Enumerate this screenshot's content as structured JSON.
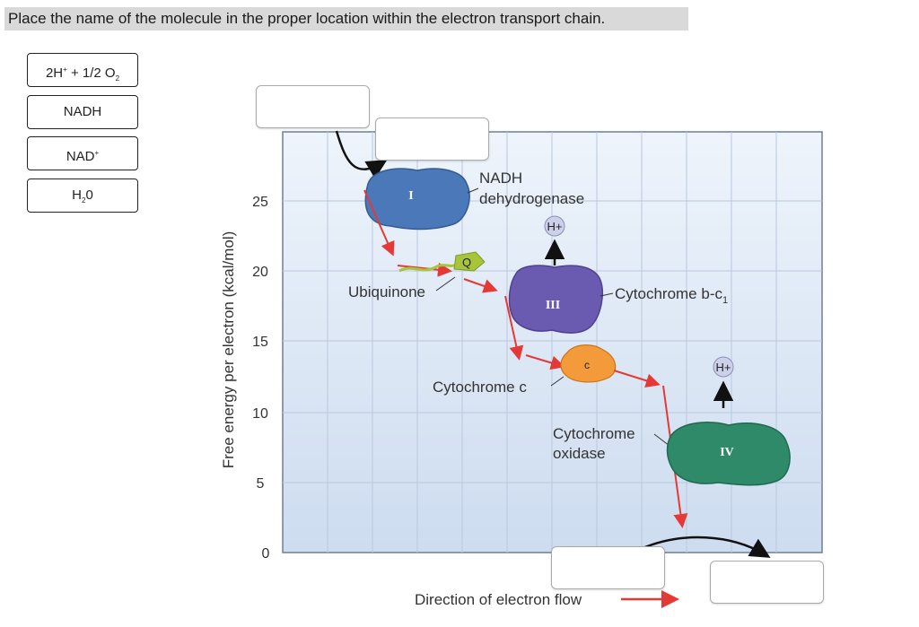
{
  "instruction": "Place the name of the molecule in the proper location within the electron transport chain.",
  "chips": [
    {
      "main": "2H",
      "sup": "+",
      "rest": " + 1/2 O",
      "sub": "2"
    },
    {
      "main": "NADH"
    },
    {
      "main": "NAD",
      "sup": "+"
    },
    {
      "main": "H",
      "sub": "2",
      "rest": "0"
    }
  ],
  "diagram": {
    "ylabel": "Free energy per electron (kcal/mol)",
    "yticks": [
      "25",
      "20",
      "15",
      "10",
      "5",
      "0"
    ],
    "complex_i_roman": "I",
    "complex_iii_roman": "III",
    "complex_iv_roman": "IV",
    "q_label": "Q",
    "c_label": "c",
    "nadh_dehydrogenase_line1": "NADH",
    "nadh_dehydrogenase_line2": "dehydrogenase",
    "ubiquinone": "Ubiquinone",
    "cytochrome_bc1": "Cytochrome b-c",
    "cytochrome_bc1_sub": "1",
    "cytochrome_c": "Cytochrome c",
    "cytochrome_oxidase_line1": "Cytochrome",
    "cytochrome_oxidase_line2": "oxidase",
    "h_plus": "H+",
    "direction": "Direction of electron flow"
  },
  "colors": {
    "arrow": "#e53935",
    "grid_bg": "#dde8f6",
    "complex_i": "#4a78b8",
    "complex_iii": "#6a5bb0",
    "complex_iv": "#2f8a6a",
    "cyt_c": "#f39a3a",
    "ubiquinone": "#a7c43a"
  }
}
